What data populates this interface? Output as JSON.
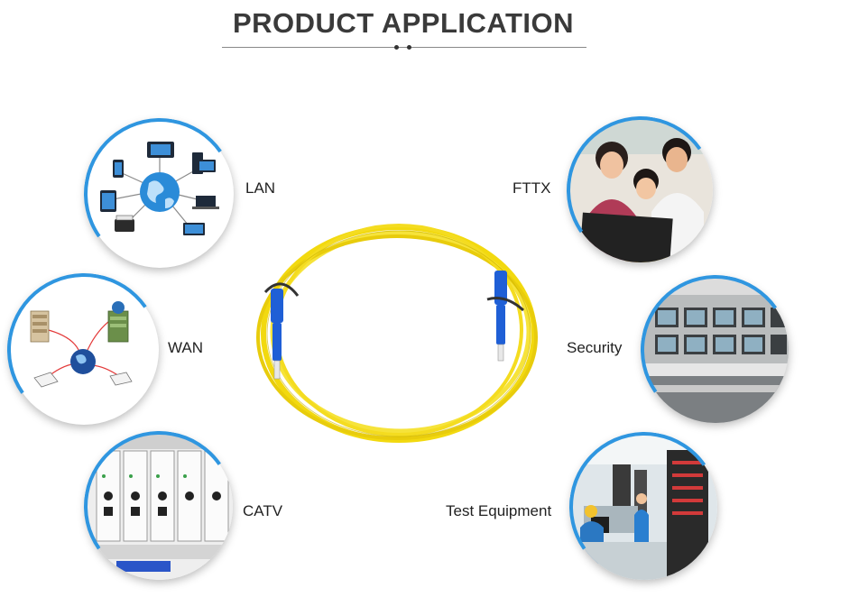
{
  "header": {
    "title": "PRODUCT APPLICATION"
  },
  "applications": [
    {
      "label": "LAN",
      "icon": "network-devices-icon"
    },
    {
      "label": "WAN",
      "icon": "wan-servers-icon"
    },
    {
      "label": "CATV",
      "icon": "catv-modules-icon"
    },
    {
      "label": "FTTX",
      "icon": "family-computer-icon"
    },
    {
      "label": "Security",
      "icon": "security-monitors-icon"
    },
    {
      "label": "Test Equipment",
      "icon": "test-lab-icon"
    }
  ],
  "colors": {
    "accent": "#2f96e0",
    "cable": "#f2d90f",
    "connector": "#1f5fd6"
  }
}
